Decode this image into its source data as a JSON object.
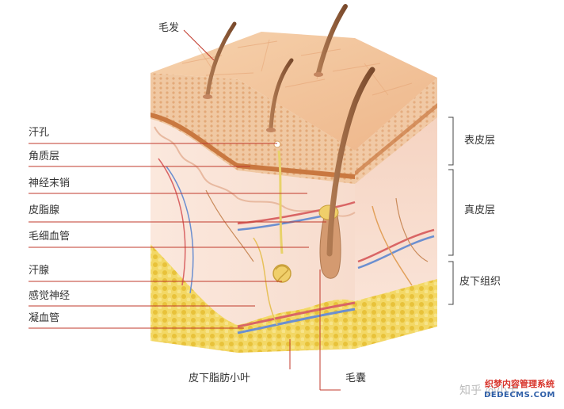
{
  "left_labels": [
    {
      "id": "sweat-pore",
      "text": "汗孔"
    },
    {
      "id": "stratum-corneum",
      "text": "角质层"
    },
    {
      "id": "nerve-ending",
      "text": "神经末销"
    },
    {
      "id": "sebaceous-gland",
      "text": "皮脂腺"
    },
    {
      "id": "capillary",
      "text": "毛细血管"
    },
    {
      "id": "sweat-gland",
      "text": "汗腺"
    },
    {
      "id": "sensory-nerve",
      "text": "感觉神经"
    },
    {
      "id": "coagulation-vessel",
      "text": "凝血管"
    }
  ],
  "top_label": "毛发",
  "bottom_labels": {
    "fat_lobule": "皮下脂肪小叶",
    "hair_follicle": "毛囊"
  },
  "layers": [
    {
      "id": "epidermis",
      "text": "表皮层"
    },
    {
      "id": "dermis",
      "text": "真皮层"
    },
    {
      "id": "subcutaneous",
      "text": "皮下组织"
    }
  ],
  "watermark": "知乎 @小卡",
  "logo": {
    "cn": "织梦内容管理系统",
    "en": "DEDECMS.COM"
  },
  "colors": {
    "skin_top": "#f3c59c",
    "epidermis": "#e9a06a",
    "dermis": "#f7ddd0",
    "fat": "#f1d35a",
    "line": "#c0392b",
    "hair": "#8a5a3c"
  }
}
